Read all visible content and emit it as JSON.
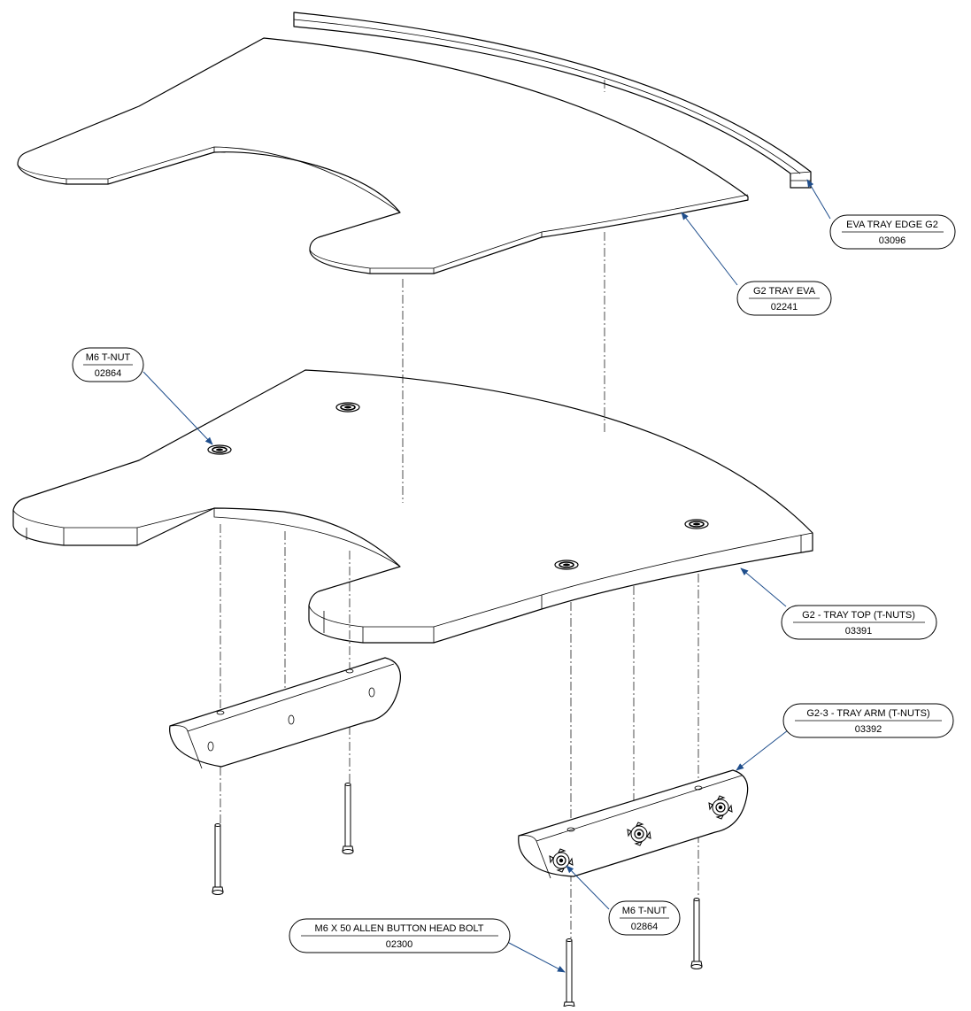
{
  "colors": {
    "line": "#000000",
    "leader": "#1f4e8c",
    "background": "#ffffff"
  },
  "callouts": {
    "eva_tray_edge": {
      "name": "EVA TRAY EDGE G2",
      "part_no": "03096"
    },
    "tray_eva": {
      "name": "G2 TRAY EVA",
      "part_no": "02241"
    },
    "t_nut_top": {
      "name": "M6 T-NUT",
      "part_no": "02864"
    },
    "tray_top": {
      "name": "G2 - TRAY TOP (T-NUTS)",
      "part_no": "03391"
    },
    "tray_arm": {
      "name": "G2-3 - TRAY ARM (T-NUTS)",
      "part_no": "03392"
    },
    "t_nut_arm": {
      "name": "M6 T-NUT",
      "part_no": "02864"
    },
    "bolt": {
      "name": "M6 X 50 ALLEN BUTTON HEAD BOLT",
      "part_no": "02300"
    }
  }
}
